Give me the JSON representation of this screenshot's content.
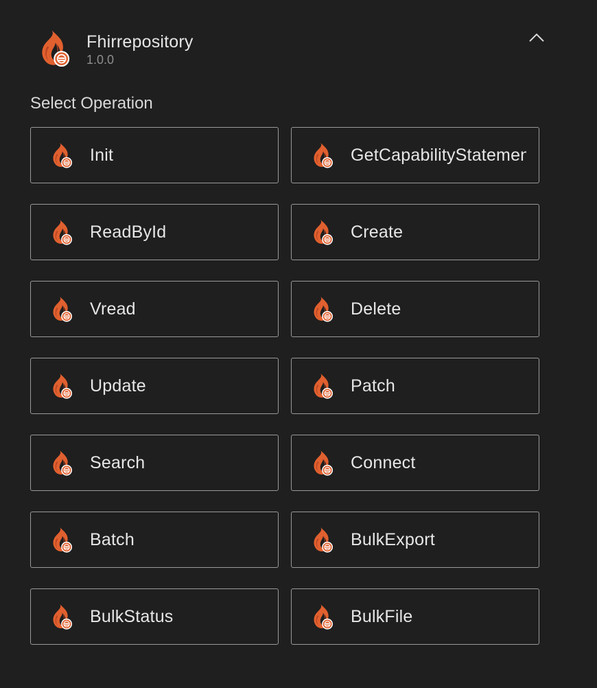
{
  "header": {
    "title": "Fhirrepository",
    "version": "1.0.0",
    "logo_icon": "fhir-flame-icon",
    "collapse_icon": "chevron-up-icon"
  },
  "section_label": "Select Operation",
  "operations": [
    {
      "label": "Init"
    },
    {
      "label": "GetCapabilityStatement"
    },
    {
      "label": "ReadById"
    },
    {
      "label": "Create"
    },
    {
      "label": "Vread"
    },
    {
      "label": "Delete"
    },
    {
      "label": "Update"
    },
    {
      "label": "Patch"
    },
    {
      "label": "Search"
    },
    {
      "label": "Connect"
    },
    {
      "label": "Batch"
    },
    {
      "label": "BulkExport"
    },
    {
      "label": "BulkStatus"
    },
    {
      "label": "BulkFile"
    }
  ],
  "colors": {
    "background": "#1f1f1f",
    "border": "#9a9a9a",
    "flame_primary": "#e0602f",
    "flame_secondary": "#b94422",
    "text": "#e6e6e6",
    "muted": "#8e8e8e"
  }
}
